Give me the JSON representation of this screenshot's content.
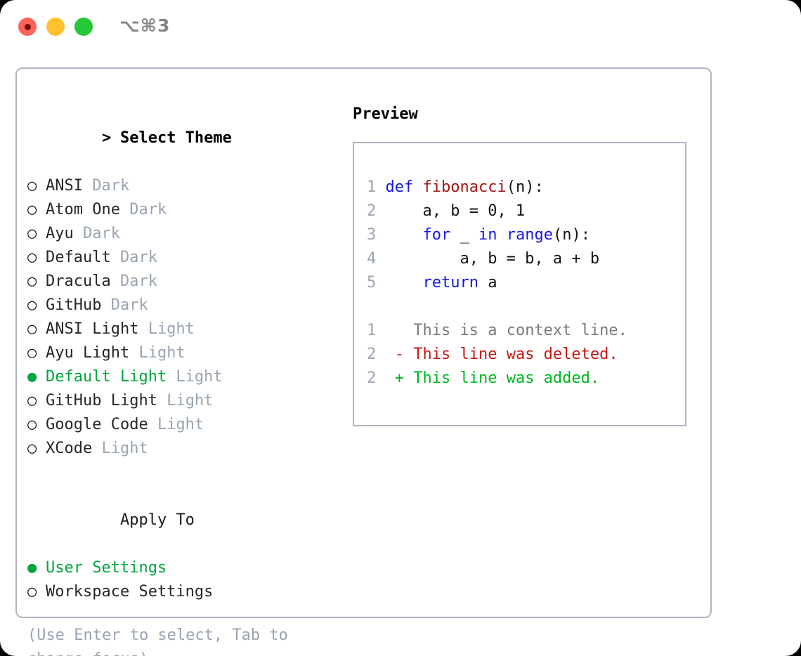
{
  "titlebar": {
    "shortcut": "⌥⌘3",
    "buttons": [
      {
        "name": "close",
        "color": "#ff6259"
      },
      {
        "name": "minimize",
        "color": "#ffc12e"
      },
      {
        "name": "maximize",
        "color": "#23c936"
      }
    ]
  },
  "theme_picker": {
    "header_marker": ">",
    "header": "Select Theme",
    "unselected_marker": "○",
    "selected_marker": "●",
    "items": [
      {
        "label": "ANSI",
        "suffix": "Dark",
        "selected": false
      },
      {
        "label": "Atom One",
        "suffix": "Dark",
        "selected": false
      },
      {
        "label": "Ayu",
        "suffix": "Dark",
        "selected": false
      },
      {
        "label": "Default",
        "suffix": "Dark",
        "selected": false
      },
      {
        "label": "Dracula",
        "suffix": "Dark",
        "selected": false
      },
      {
        "label": "GitHub",
        "suffix": "Dark",
        "selected": false
      },
      {
        "label": "ANSI Light",
        "suffix": "Light",
        "selected": false
      },
      {
        "label": "Ayu Light",
        "suffix": "Light",
        "selected": false
      },
      {
        "label": "Default Light",
        "suffix": "Light",
        "selected": true
      },
      {
        "label": "GitHub Light",
        "suffix": "Light",
        "selected": false
      },
      {
        "label": "Google Code",
        "suffix": "Light",
        "selected": false
      },
      {
        "label": "XCode",
        "suffix": "Light",
        "selected": false
      }
    ]
  },
  "apply_to": {
    "header": "Apply To",
    "items": [
      {
        "label": "User Settings",
        "selected": true
      },
      {
        "label": "Workspace Settings",
        "selected": false
      }
    ]
  },
  "hint": "(Use Enter to select, Tab to change focus)",
  "preview": {
    "title": "Preview",
    "code_lines": [
      {
        "num": "1",
        "tokens": [
          {
            "t": "def ",
            "c": "kw"
          },
          {
            "t": "fibonacci",
            "c": "fn"
          },
          {
            "t": "(n):",
            "c": "plain"
          }
        ]
      },
      {
        "num": "2",
        "tokens": [
          {
            "t": "    a, b = 0, 1",
            "c": "plain"
          }
        ]
      },
      {
        "num": "3",
        "tokens": [
          {
            "t": "    ",
            "c": "plain"
          },
          {
            "t": "for",
            "c": "kw"
          },
          {
            "t": " _ ",
            "c": "plain"
          },
          {
            "t": "in range",
            "c": "kw"
          },
          {
            "t": "(n):",
            "c": "plain"
          }
        ]
      },
      {
        "num": "4",
        "tokens": [
          {
            "t": "        a, b = b, a + b",
            "c": "plain"
          }
        ]
      },
      {
        "num": "5",
        "tokens": [
          {
            "t": "    ",
            "c": "plain"
          },
          {
            "t": "return",
            "c": "kw"
          },
          {
            "t": " a",
            "c": "plain"
          }
        ]
      }
    ],
    "diff_lines": [
      {
        "num": "1",
        "marker": " ",
        "text": "This is a context line.",
        "kind": "context"
      },
      {
        "num": "2",
        "marker": "-",
        "text": "This line was deleted.",
        "kind": "deleted"
      },
      {
        "num": "2",
        "marker": "+",
        "text": "This line was added.",
        "kind": "added"
      }
    ]
  },
  "colors": {
    "accent_green": "#00a63c",
    "muted": "#99a4b1",
    "border": "#aeb7c2",
    "keyword_blue": "#1717e6",
    "function_red": "#a81414",
    "diff_delete": "#c21b14",
    "diff_add": "#00b521"
  }
}
